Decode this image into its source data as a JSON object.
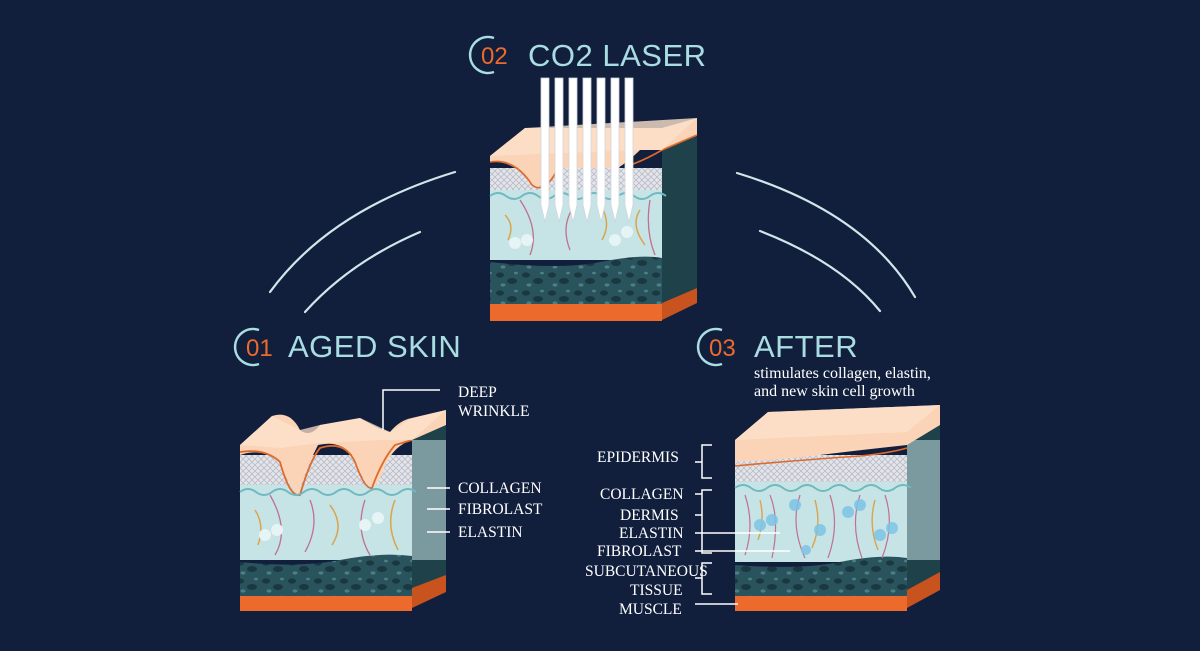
{
  "steps": [
    {
      "number": "01",
      "title": "AGED SKIN"
    },
    {
      "number": "02",
      "title": "CO2 LASER"
    },
    {
      "number": "03",
      "title": "AFTER",
      "subtitle_lines": [
        "stimulates collagen, elastin,",
        "and new skin cell growth"
      ]
    }
  ],
  "aged_labels": {
    "deep_wrinkle": [
      "DEEP",
      "WRINKLE"
    ],
    "collagen": "COLLAGEN",
    "fibrolast": "FIBROLAST",
    "elastin": "ELASTIN"
  },
  "after_labels": {
    "epidermis": "EPIDERMIS",
    "collagen": "COLLAGEN",
    "dermis": "DERMIS",
    "elastin": "ELASTIN",
    "fibrolast": "FIBROLAST",
    "subcutaneous": [
      "SUBCUTANEOUS",
      "TISSUE"
    ],
    "muscle": "MUSCLE"
  },
  "colors": {
    "background": "#111f3d",
    "title": "#a9dde2",
    "accent": "#ec6a2c",
    "epidermis": "#fbd3b6",
    "dermis": "#c6e3e6",
    "subcutaneous": "#2a545d",
    "muscle": "#ec6a2c"
  }
}
